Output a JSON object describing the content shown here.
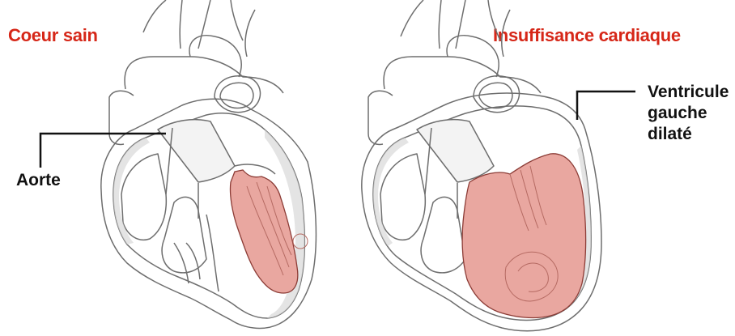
{
  "titles": {
    "left": "Coeur sain",
    "right": "Insuffisance cardiaque"
  },
  "labels": {
    "aorte": "Aorte",
    "ventricule": [
      "Ventricule",
      "gauche",
      "dilaté"
    ]
  },
  "colors": {
    "title": "#d62718",
    "ventricle_fill": "#e9a7a0",
    "ventricle_stroke": "#8c3c36",
    "outline": "#6e6e6e",
    "wall_fill": "#d9d9d9",
    "leader": "#111111"
  }
}
